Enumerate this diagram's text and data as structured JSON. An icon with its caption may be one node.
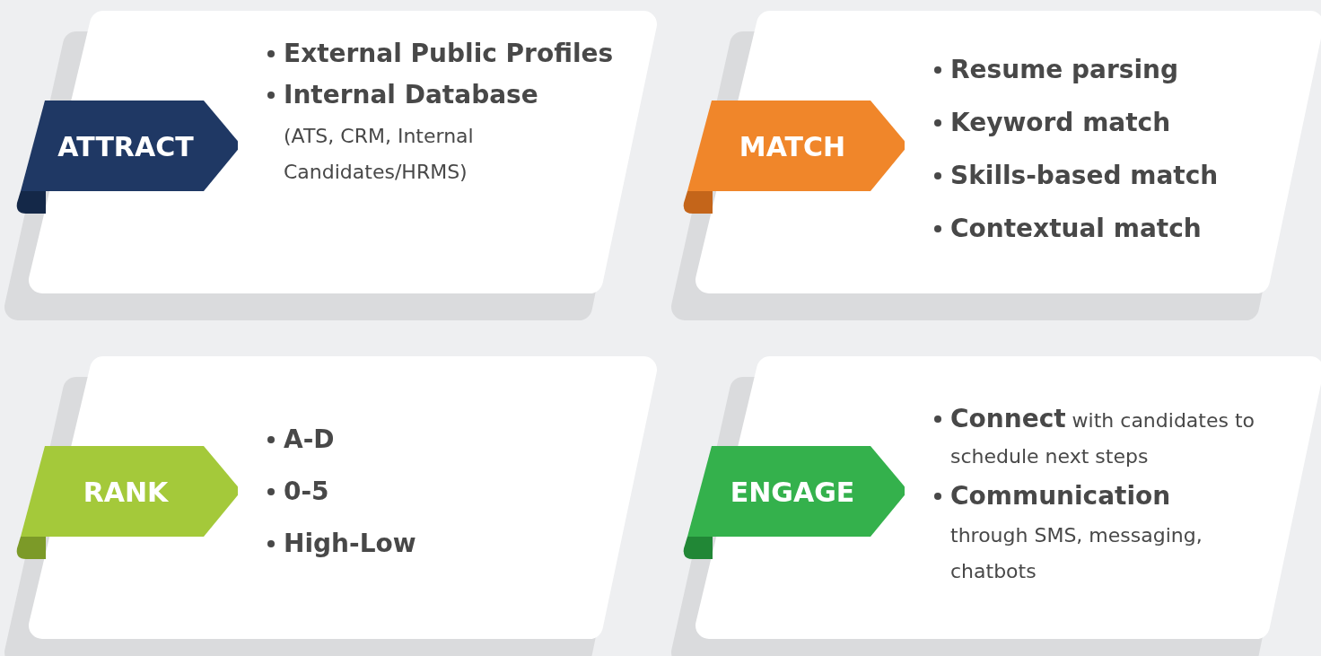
{
  "diagram": {
    "nodes": [
      {
        "text": [
          "External Public Profiles",
          "Internal Database",
          "(ATS, CRM, Internal Candidates/HRMS)"
        ]
      },
      {
        "text": [
          "ATTRACT"
        ],
        "in": 0
      },
      {
        "text": [
          "Resume parsing",
          "Keyword match",
          "Skills-based match",
          "Contextual match"
        ]
      },
      {
        "text": [
          "MATCH"
        ],
        "in": 2
      },
      {
        "text": [
          "A-D",
          "0-5",
          "High-Low"
        ]
      },
      {
        "text": [
          "RANK"
        ],
        "in": 4
      },
      {
        "text": [
          "**Connect** with candidates to schedule next steps",
          "Communication",
          "through SMS, messaging, chatbots"
        ]
      },
      {
        "text": [
          "ENGAGE"
        ],
        "in": 6
      }
    ]
  }
}
